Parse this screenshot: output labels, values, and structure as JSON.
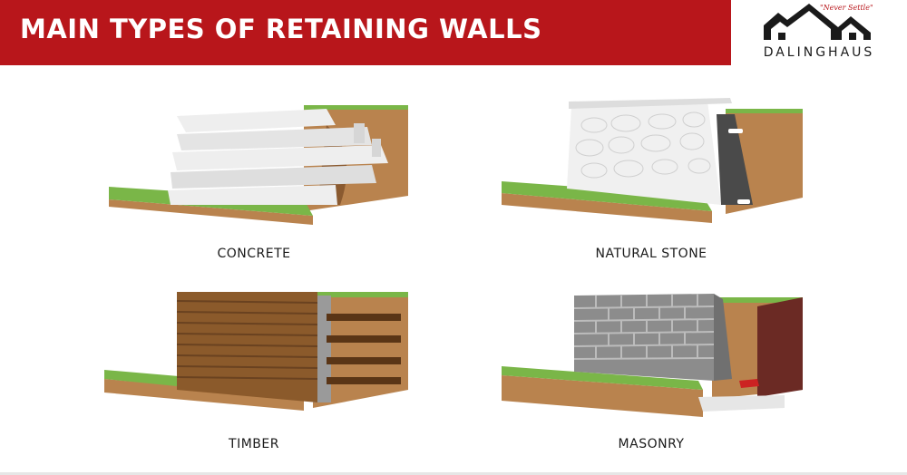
{
  "header": {
    "title": "MAIN TYPES OF RETAINING WALLS"
  },
  "logo": {
    "brand": "DALINGHAUS",
    "tagline": "\"Never Settle\""
  },
  "colors": {
    "header_red": "#b8161b",
    "grass": "#7ab648",
    "soil": "#b9834e",
    "soil_dark": "#8a5a30",
    "concrete": "#e4e4e4",
    "timber": "#8b5a2b",
    "masonry": "#8c8c8c"
  },
  "walls": [
    {
      "label": "CONCRETE"
    },
    {
      "label": "NATURAL STONE"
    },
    {
      "label": "TIMBER"
    },
    {
      "label": "MASONRY"
    }
  ]
}
